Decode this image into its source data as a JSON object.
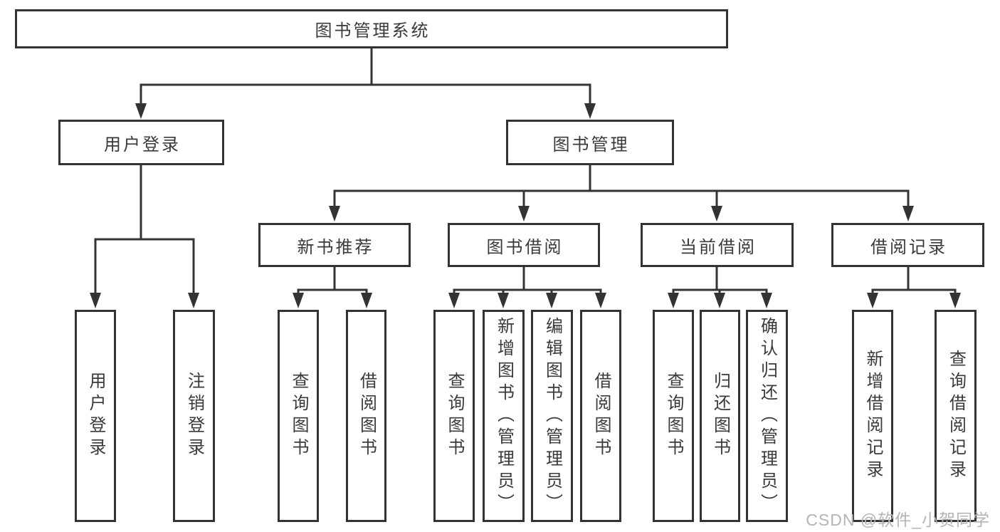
{
  "tree": {
    "root": {
      "label": "图书管理系统",
      "children": [
        {
          "label": "用户登录",
          "children": [
            {
              "label": "用户登录"
            },
            {
              "label": "注销登录"
            }
          ]
        },
        {
          "label": "图书管理",
          "children": [
            {
              "label": "新书推荐",
              "children": [
                {
                  "label": "查询图书"
                },
                {
                  "label": "借阅图书"
                }
              ]
            },
            {
              "label": "图书借阅",
              "children": [
                {
                  "label": "查询图书"
                },
                {
                  "label": "新增图书（管理员）"
                },
                {
                  "label": "编辑图书（管理员）"
                },
                {
                  "label": "借阅图书"
                }
              ]
            },
            {
              "label": "当前借阅",
              "children": [
                {
                  "label": "查询图书"
                },
                {
                  "label": "归还图书"
                },
                {
                  "label": "确认归还（管理员）"
                }
              ]
            },
            {
              "label": "借阅记录",
              "children": [
                {
                  "label": "新增借阅记录"
                },
                {
                  "label": "查询借阅记录"
                }
              ]
            }
          ]
        }
      ]
    }
  },
  "watermark": "CSDN @软件_小贺同学",
  "colors": {
    "line": "#333333",
    "text": "#3a3a3a",
    "watermark": "#b4b4b4",
    "background": "#ffffff"
  }
}
